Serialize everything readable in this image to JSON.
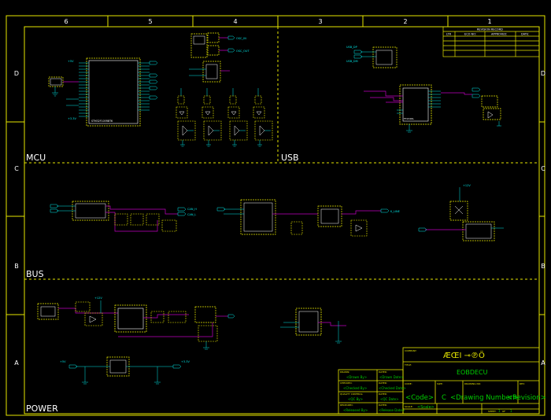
{
  "frame": {
    "col_labels": [
      "6",
      "5",
      "4",
      "3",
      "2",
      "1"
    ],
    "row_labels": [
      "D",
      "C",
      "B",
      "A"
    ]
  },
  "sections": {
    "mcu": "MCU",
    "usb": "USB",
    "bus": "BUS",
    "power": "POWER"
  },
  "revision_table": {
    "header": "REVISION RECORD",
    "columns": [
      "LTR",
      "ECO NO:",
      "APPROVED:",
      "DATE:"
    ]
  },
  "title_block": {
    "logo_text": "ÆŒI ⊸℗Ö",
    "title_caption": "TITLE:",
    "title": "EOBDECU",
    "company_caption": "COMPANY:",
    "code_caption": "CODE:",
    "size_caption": "SIZE:",
    "drawing_no_caption": "DRAWING NO:",
    "rev_caption": "REV:",
    "code_value": "<Code>",
    "size_value": "C",
    "drawing_value": "<Drawing Number>",
    "rev_value": "<Revision>",
    "scale_caption": "SCALE:",
    "scale_value": "<Scale>",
    "sheet_caption": "SHEET:",
    "sheet_value": "1",
    "of_caption": "OF",
    "of_value": "1"
  },
  "signoff": {
    "drawn_caption": "DRAWN:",
    "drawn_value": "<Drawn By>",
    "checked_caption": "CHECKED:",
    "checked_value": "<Checked By>",
    "qc_caption": "QUALITY CONTROL:",
    "qc_value": "<QC By>",
    "released_caption": "RELEASED:",
    "released_value": "<Released By>",
    "dated_caption": "DATED:",
    "drawn_date": "<Drawn Date>",
    "checked_date": "<Checked Date>",
    "qc_date": "<QC Date>",
    "release_date": "<Release Date>"
  },
  "net_labels": {
    "v5": "+5V",
    "v3": "+3.3V",
    "v12": "+12V",
    "can_h": "CAN_H",
    "can_l": "CAN_L",
    "usb_dp": "USB_DP",
    "usb_dm": "USB_DM",
    "k_line": "K_LINE",
    "osc_in": "OSC_IN",
    "osc_out": "OSC_OUT",
    "mcu_part": "STM32F105RBT6",
    "usb_part": "FT232RL",
    "gnd": "GND"
  },
  "colors": {
    "background": "#000000",
    "frame": "#e6e600",
    "text": "#ffffff",
    "net": "#00e6e6",
    "wire": "#c000c0",
    "green": "#00d000",
    "dashed": "#e6e600"
  }
}
